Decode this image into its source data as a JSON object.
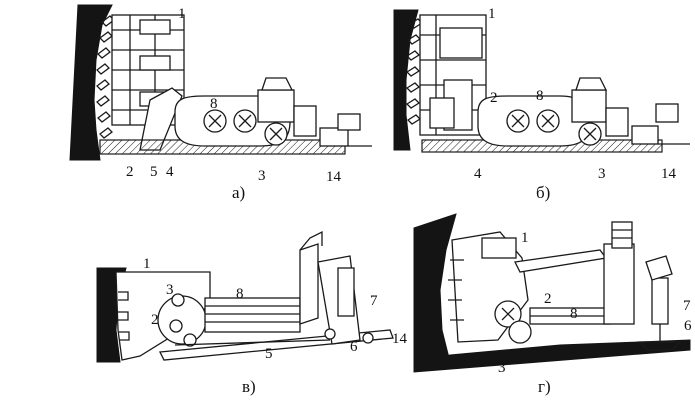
{
  "panels": [
    {
      "id": "a",
      "caption": "а)",
      "labels": [
        "1",
        "8",
        "2",
        "5",
        "4",
        "3",
        "14"
      ]
    },
    {
      "id": "b",
      "caption": "б)",
      "labels": [
        "1",
        "2",
        "8",
        "4",
        "3",
        "14"
      ]
    },
    {
      "id": "v",
      "caption": "в)",
      "labels": [
        "1",
        "3",
        "2",
        "8",
        "7",
        "5",
        "6",
        "14"
      ]
    },
    {
      "id": "g",
      "caption": "г)",
      "labels": [
        "1",
        "2",
        "8",
        "7",
        "6",
        "3"
      ]
    }
  ]
}
